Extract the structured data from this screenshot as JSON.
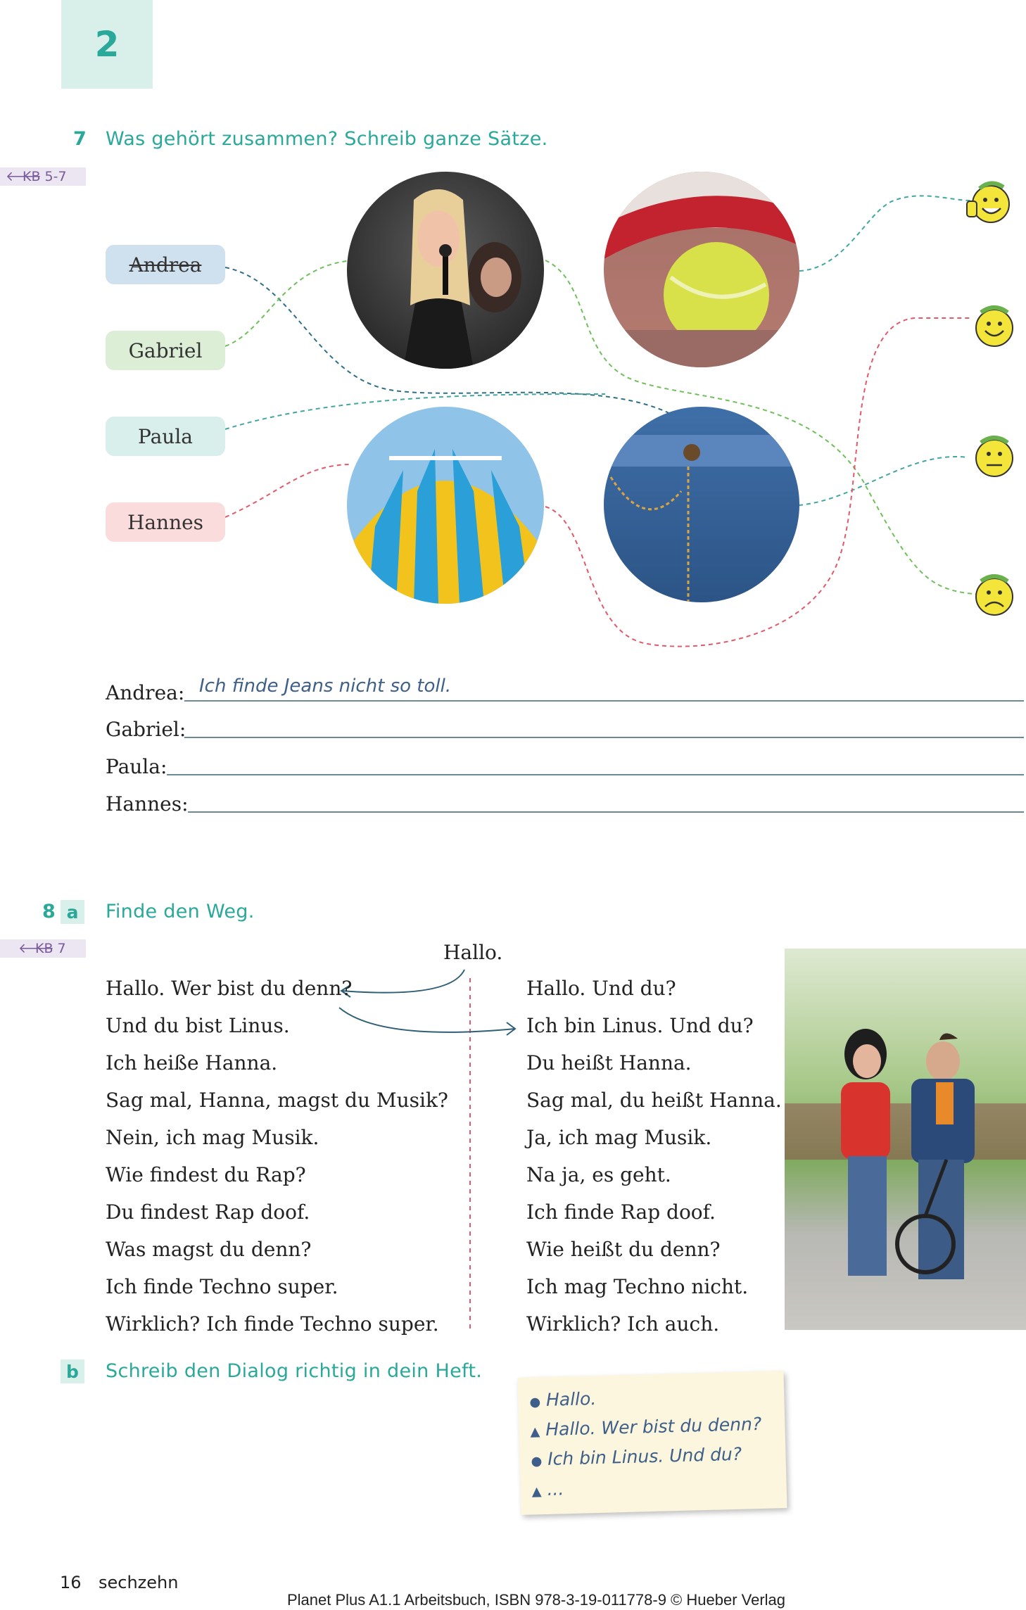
{
  "chapter": {
    "number": "2"
  },
  "exercise7": {
    "number": "7",
    "title": "Was gehört zusammen? Schreib ganze Sätze.",
    "kb_ref": "KB 5-7",
    "names": [
      "Andrea",
      "Gabriel",
      "Paula",
      "Hannes"
    ],
    "name_colors": [
      "#cfe0ee",
      "#dcefd6",
      "#d8efec",
      "#fbdcdc"
    ],
    "images": [
      "singer-photo",
      "tennis-ball-photo",
      "circus-tent-photo",
      "jeans-photo"
    ],
    "smileys": [
      "thumbs-up-smiley-icon",
      "happy-smiley-icon",
      "neutral-smiley-icon",
      "sad-smiley-icon"
    ],
    "answers": [
      {
        "label": "Andrea:",
        "text": "Ich finde Jeans nicht so toll."
      },
      {
        "label": "Gabriel:",
        "text": ""
      },
      {
        "label": "Paula:",
        "text": ""
      },
      {
        "label": "Hannes:",
        "text": ""
      }
    ]
  },
  "exercise8": {
    "number": "8",
    "part_a": {
      "letter": "a",
      "title": "Finde den Weg.",
      "kb_ref": "KB 7",
      "start": "Hallo.",
      "left_column": [
        "Hallo. Wer bist du denn?",
        "Und du bist Linus.",
        "Ich heiße Hanna.",
        "Sag mal, Hanna, magst du Musik?",
        "Nein, ich mag Musik.",
        "Wie findest du Rap?",
        "Du findest Rap doof.",
        "Was magst du denn?",
        "Ich finde Techno super.",
        "Wirklich? Ich finde Techno super."
      ],
      "right_column": [
        "Hallo. Und du?",
        "Ich bin Linus. Und du?",
        "Du heißt Hanna.",
        "Sag mal, du heißt Hanna.",
        "Ja, ich mag Musik.",
        "Na ja, es geht.",
        "Ich finde Rap doof.",
        "Wie heißt du denn?",
        "Ich mag Techno nicht.",
        "Wirklich? Ich auch."
      ]
    },
    "part_b": {
      "letter": "b",
      "title": "Schreib den Dialog richtig in dein Heft.",
      "note_lines": [
        {
          "marker": "●",
          "text": "Hallo."
        },
        {
          "marker": "▲",
          "text": "Hallo. Wer bist du denn?"
        },
        {
          "marker": "●",
          "text": "Ich bin Linus. Und du?"
        },
        {
          "marker": "▲",
          "text": "..."
        }
      ]
    }
  },
  "footer": {
    "page_number": "16",
    "page_word": "sechzehn",
    "copyright": "Planet Plus A1.1 Arbeitsbuch, ISBN 978-3-19-011778-9 © Hueber Verlag"
  }
}
